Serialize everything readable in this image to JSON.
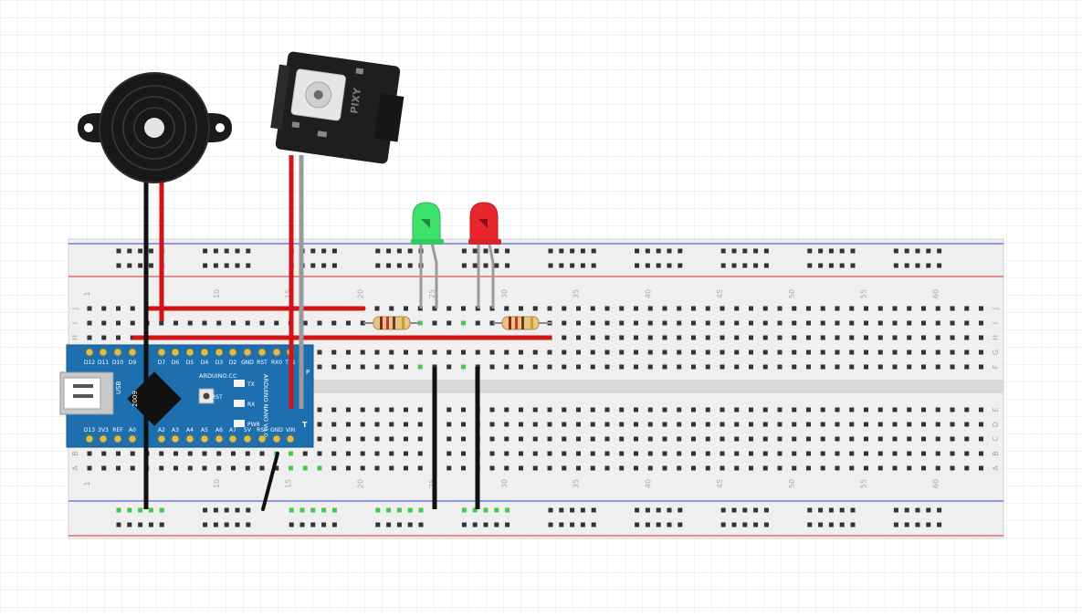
{
  "breadboard": {
    "column_numbers": [
      "1",
      "10",
      "15",
      "20",
      "25",
      "30",
      "35",
      "40",
      "45",
      "50",
      "55",
      "60"
    ],
    "row_letters_top": [
      "J",
      "I",
      "H",
      "G",
      "F"
    ],
    "row_letters_bottom": [
      "E",
      "D",
      "C",
      "B",
      "A"
    ]
  },
  "arduino": {
    "brand": "ARDUINO.CC",
    "model": "ARDUINO NANO V3.0",
    "top_pins": [
      "D12",
      "D11",
      "D10",
      "D9",
      "D7",
      "D6",
      "D5",
      "D4",
      "D3",
      "D2",
      "GND",
      "RST",
      "RX0",
      "TX1"
    ],
    "bottom_pins": [
      "D13",
      "3V3",
      "REF",
      "A0",
      "A2",
      "A3",
      "A4",
      "A5",
      "A6",
      "A7",
      "5V",
      "RST",
      "GND",
      "VIN"
    ],
    "labels": {
      "usb": "USB",
      "chip": "2009",
      "rst": "RST",
      "tx": "TX",
      "rx": "RX",
      "pwr": "PWR",
      "t": "T",
      "p": "P"
    }
  },
  "camera": {
    "label": "PIXY"
  },
  "colors": {
    "wire_red": "#d21414",
    "wire_black": "#111111",
    "wire_gray": "#9a9a9a",
    "led_green": "#3de26b",
    "led_red": "#e8262e",
    "board_blue": "#1d6fb0",
    "rail_blue": "#2b3fd6",
    "rail_red": "#d62b2b"
  }
}
